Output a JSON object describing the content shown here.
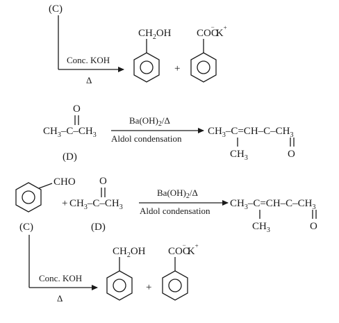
{
  "colors": {
    "ink": "#1a1a1a",
    "background": "#ffffff"
  },
  "labels": {
    "C": "(C)",
    "D": "(D)"
  },
  "reagents": {
    "conc_koh": "Conc. KOH",
    "delta": "Δ",
    "ba_oh2_base": "Ba(OH)",
    "ba_oh2_sub": "2",
    "ba_oh2_tail": "/Δ",
    "aldol": "Aldol condensation"
  },
  "plus": "+",
  "cannizzaro_products": {
    "benzyl_alcohol": {
      "ch": "CH",
      "sub": "2",
      "oh": "OH"
    },
    "benzoate": {
      "coo": "COO",
      "charge_minus": "−",
      "k": "K",
      "charge_plus": "+"
    }
  },
  "acetone": {
    "o": "O",
    "formula_main": "CH",
    "sub3": "3",
    "middle": "–C–CH"
  },
  "aldol_product": {
    "ch3_left": "CH",
    "ch3_sub": "3",
    "chain": "–C=CH–C–CH",
    "branch_ch": "CH",
    "branch_sub": "3",
    "carbonyl_o": "O"
  },
  "benzaldehyde": {
    "cho": "CHO"
  }
}
